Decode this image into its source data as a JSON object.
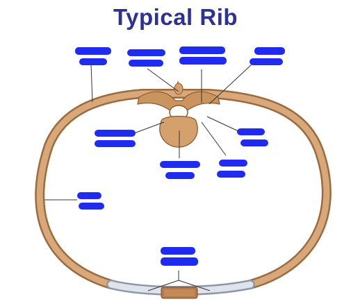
{
  "title": "Typical Rib",
  "colors": {
    "title": "#2e3192",
    "rib_fill": "#d9a87a",
    "rib_edge": "#9c6a3c",
    "cartilage": "#c9cfdc",
    "label_mask": "#1f2bf0",
    "leader_line": "#333333",
    "sternum": "#b57a45"
  },
  "label_masks": [
    {
      "id": "mask-top-left",
      "lines": 2
    },
    {
      "id": "mask-top-center-left",
      "lines": 2
    },
    {
      "id": "mask-top-center",
      "lines": 2
    },
    {
      "id": "mask-top-right",
      "lines": 2
    },
    {
      "id": "mask-mid-left",
      "lines": 2
    },
    {
      "id": "mask-right-upper",
      "lines": 2
    },
    {
      "id": "mask-center",
      "lines": 2
    },
    {
      "id": "mask-center-right",
      "lines": 2
    },
    {
      "id": "mask-left-side",
      "lines": 2
    },
    {
      "id": "mask-bottom",
      "lines": 2
    }
  ]
}
